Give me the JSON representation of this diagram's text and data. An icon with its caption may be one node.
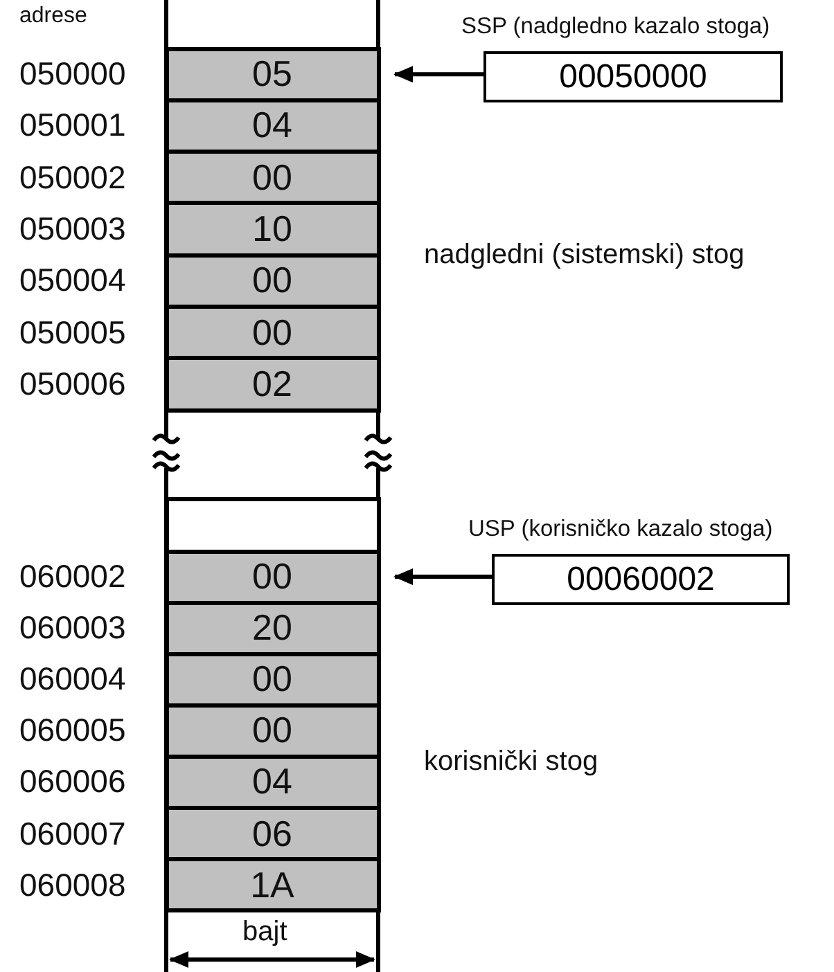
{
  "diagram": {
    "nodes": [
      {
        "text": [
          "05"
        ]
      },
      {
        "text": [
          "04"
        ]
      },
      {
        "text": [
          "00"
        ]
      },
      {
        "text": [
          "10"
        ]
      },
      {
        "text": [
          "00"
        ]
      },
      {
        "text": [
          "00"
        ]
      },
      {
        "text": [
          "02"
        ]
      },
      {
        "text": [
          "SSP (nadgledno kazalo stoga)",
          "00050000"
        ]
      },
      {
        "text": [],
        "shape": "box"
      },
      {
        "text": [
          "00"
        ]
      },
      {
        "text": [
          "20"
        ]
      },
      {
        "text": [
          "00"
        ]
      },
      {
        "text": [
          "00"
        ]
      },
      {
        "text": [
          "04"
        ]
      },
      {
        "text": [
          "06"
        ]
      },
      {
        "text": [
          "1A"
        ]
      },
      {
        "text": [
          "USP (korisničko kazalo stoga)",
          "00060002"
        ]
      }
    ],
    "edges": [
      {
        "from": 7,
        "to": 0,
        "arrow": "to"
      },
      {
        "from": 16,
        "to": 9,
        "arrow": "to"
      }
    ],
    "labels": [
      "adrese",
      "050000",
      "050001",
      "050002",
      "050003",
      "050004",
      "050005",
      "050006",
      "nadgledni (sistemski) stog",
      "060002",
      "060003",
      "060004",
      "060005",
      "060006",
      "060007",
      "060008",
      "korisnički stog",
      "bajt"
    ]
  }
}
